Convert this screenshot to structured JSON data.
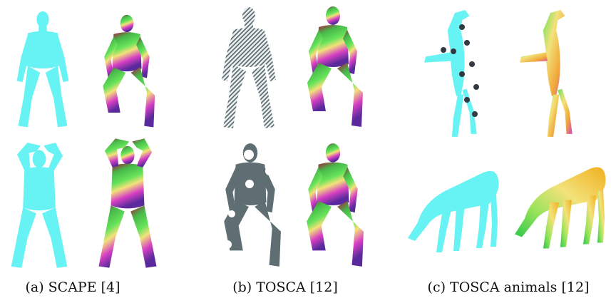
{
  "figure": {
    "captions": {
      "a": "(a) SCAPE [4]",
      "b": "(b) TOSCA [12]",
      "c": "(c) TOSCA animals [12]"
    },
    "colors": {
      "source": "#67F3F3",
      "source_shadow": "#2fbcbc",
      "noisy": "#5e6e72",
      "spot": "#333940",
      "hole": "#ffffff",
      "map_head": "#b0103a",
      "map_chest": "#47b84a",
      "map_green": "#66e35a",
      "map_yellow": "#f3e27a",
      "map_magenta": "#d63fc3",
      "map_purple": "#5a2a9c",
      "map_blue": "#3a3ad6"
    }
  }
}
